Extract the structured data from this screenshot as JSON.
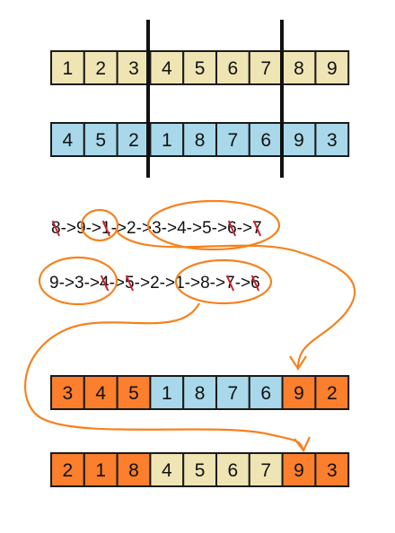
{
  "colors": {
    "parent1": "#efe4b4",
    "parent2": "#a8d8ea",
    "child_fill": "#fb7f2c",
    "annotation": "#f5821f",
    "strike": "#d0202a",
    "cut_line": "#111111",
    "cell_border": "#1a1a1a",
    "text": "#111111"
  },
  "arrays": [
    {
      "name": "parent-1",
      "values": [
        "1",
        "2",
        "3",
        "4",
        "5",
        "6",
        "7",
        "8",
        "9"
      ],
      "fills": [
        "parent1",
        "parent1",
        "parent1",
        "parent1",
        "parent1",
        "parent1",
        "parent1",
        "parent1",
        "parent1"
      ]
    },
    {
      "name": "parent-2",
      "values": [
        "4",
        "5",
        "2",
        "1",
        "8",
        "7",
        "6",
        "9",
        "3"
      ],
      "fills": [
        "parent2",
        "parent2",
        "parent2",
        "parent2",
        "parent2",
        "parent2",
        "parent2",
        "parent2",
        "parent2"
      ]
    },
    {
      "name": "child-1",
      "values": [
        "3",
        "4",
        "5",
        "1",
        "8",
        "7",
        "6",
        "9",
        "2"
      ],
      "fills": [
        "child_fill",
        "child_fill",
        "child_fill",
        "parent2",
        "parent2",
        "parent2",
        "parent2",
        "child_fill",
        "child_fill"
      ]
    },
    {
      "name": "child-2",
      "values": [
        "2",
        "1",
        "8",
        "4",
        "5",
        "6",
        "7",
        "9",
        "3"
      ],
      "fills": [
        "child_fill",
        "child_fill",
        "child_fill",
        "parent1",
        "parent1",
        "parent1",
        "parent1",
        "child_fill",
        "child_fill"
      ]
    }
  ],
  "sequences": [
    {
      "name": "sequence-1",
      "items": [
        {
          "text": "8",
          "struck": true
        },
        {
          "text": "->",
          "struck": false
        },
        {
          "text": "9",
          "struck": false
        },
        {
          "text": "->",
          "struck": false
        },
        {
          "text": "1",
          "struck": true
        },
        {
          "text": "->",
          "struck": false
        },
        {
          "text": "2",
          "struck": false
        },
        {
          "text": "->",
          "struck": false
        },
        {
          "text": "3",
          "struck": false
        },
        {
          "text": "->",
          "struck": false
        },
        {
          "text": "4",
          "struck": false
        },
        {
          "text": "->",
          "struck": false
        },
        {
          "text": "5",
          "struck": false
        },
        {
          "text": "->",
          "struck": false
        },
        {
          "text": "6",
          "struck": true
        },
        {
          "text": "->",
          "struck": false
        },
        {
          "text": "7",
          "struck": true
        }
      ]
    },
    {
      "name": "sequence-2",
      "items": [
        {
          "text": "9",
          "struck": false
        },
        {
          "text": "->",
          "struck": false
        },
        {
          "text": "3",
          "struck": false
        },
        {
          "text": "->",
          "struck": false
        },
        {
          "text": "4",
          "struck": true
        },
        {
          "text": "->",
          "struck": false
        },
        {
          "text": "5",
          "struck": true
        },
        {
          "text": "->",
          "struck": false
        },
        {
          "text": "2",
          "struck": false
        },
        {
          "text": "->",
          "struck": false
        },
        {
          "text": "1",
          "struck": false
        },
        {
          "text": "->",
          "struck": false
        },
        {
          "text": "8",
          "struck": false
        },
        {
          "text": "->",
          "struck": false
        },
        {
          "text": "7",
          "struck": true
        },
        {
          "text": "->",
          "struck": false
        },
        {
          "text": "6",
          "struck": true
        }
      ]
    }
  ]
}
